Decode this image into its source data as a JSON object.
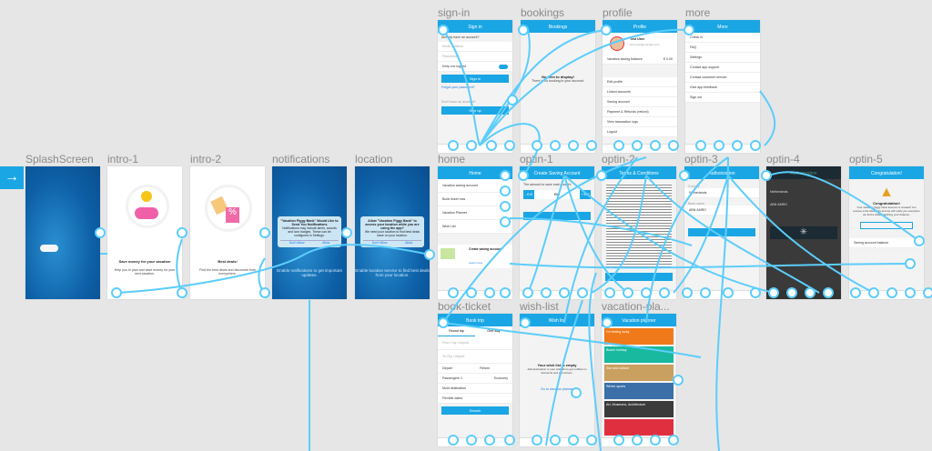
{
  "start_icon": "arrow-right-icon",
  "labels": {
    "splash": "SplashScreen",
    "intro1": "intro-1",
    "intro2": "intro-2",
    "notifications": "notifications",
    "location": "location",
    "signin": "sign-in",
    "bookings": "bookings",
    "profile": "profile",
    "more": "more",
    "home": "home",
    "optin1": "optin-1",
    "optin2": "optin-2",
    "optin3": "optin-3",
    "optin4": "optin-4",
    "optin5": "optin-5",
    "bookticket": "book-ticket",
    "wishlist": "wish-list",
    "vacplanner": "vacation-pla..."
  },
  "intro1": {
    "title": "Save money for your vacation",
    "text": "Help you to plan and save money for your next vacation."
  },
  "intro2": {
    "title": "Best deals!",
    "text": "Find the best deals and discounts from everywhere."
  },
  "notifications": {
    "alert_title": "\"Vacation Piggy Bank\" Would Like to Send You Notifications",
    "alert_text": "Notifications may include alerts, sounds and icon badges. These can be configured in Settings.",
    "dont_allow": "Don't Allow",
    "allow": "Allow",
    "hint": "Enable notifications to get important updates."
  },
  "location": {
    "alert_title": "Allow \"Vacation Piggy Bank\" to access your location while you are using the app?",
    "alert_text": "We need your location to find best deals base on your location.",
    "dont_allow": "Don't Allow",
    "allow": "Allow",
    "hint": "Enable location service to find best deals from your location."
  },
  "signin": {
    "title": "Sign in",
    "have_account": "Already have an account?",
    "email": "Email address",
    "password": "Password",
    "keep": "Keep me logged",
    "signin_btn": "Sign in",
    "forgot": "Forgot your password?",
    "no_account": "Don't have an account?",
    "signup_btn": "Sign up"
  },
  "bookings": {
    "title": "Bookings",
    "empty": "No item to display!",
    "empty_sub": "There is no booking in your account."
  },
  "profile": {
    "title": "Profile",
    "name": "Test User",
    "email": "test.user@example.com",
    "balance_label": "Vacation saving balance",
    "balance": "€ 0.00",
    "items": [
      "Edit profile",
      "Linked accounts",
      "Saving account",
      "Payment & Refunds (refund)",
      "View transaction logs",
      "Logout"
    ]
  },
  "more": {
    "title": "More",
    "items": [
      "Check in",
      "FAQ",
      "Settings",
      "Contact app support",
      "Contact customer service",
      "Give app feedback",
      "Sign out"
    ]
  },
  "home": {
    "title": "Home",
    "items": [
      "Vacation saving account",
      "Book ticket now",
      "Vacation Planner",
      "Wish List"
    ],
    "promo_title": "Create saving account",
    "promo_link": "Learn more"
  },
  "optin1": {
    "title": "Create Saving Account",
    "amount_label": "The amount to save each month!",
    "values": [
      "- €10",
      "€50",
      "+ €10"
    ]
  },
  "optin2": {
    "title": "Terms & Conditions"
  },
  "optin3": {
    "title": "Authorization",
    "country_label": "Country",
    "country": "Netherlands",
    "bank_label": "Bank name",
    "bank": "ABN AMRO"
  },
  "optin4": {
    "title": "Authorization",
    "country": "Netherlands",
    "bank": "ABN AMRO"
  },
  "optin5": {
    "title": "Congratulation!",
    "heading": "Congratulation!",
    "text": "Your vacation piggy bank account is created! You receive extra discounts and we will notify you everytime we find a ticket matching your balance.",
    "note_title": "Saving account balance"
  },
  "bookticket": {
    "title": "Book trip",
    "tabs": [
      "Round trip",
      "One way"
    ],
    "from": "From City / Airport",
    "to": "To City / Airport",
    "depart": "Depart",
    "return": "Return",
    "passengers": "Passengers",
    "passengers_val": "1",
    "class": "Class",
    "class_val": "Economy",
    "multi": "Multi destination",
    "flexible": "Flexible dates",
    "search": "Search"
  },
  "wishlist": {
    "title": "Wish list",
    "empty": "Your wish list is empty",
    "sub": "Add destination to your wish list to get notified on discounts and promotions.",
    "link": "Go to vacation planner"
  },
  "vacplanner": {
    "title": "Vacation planner",
    "tiles": [
      {
        "t": "I'm feeling lucky",
        "c": "#f07a1a"
      },
      {
        "t": "Beach holiday",
        "c": "#19b9a0"
      },
      {
        "t": "Sun and culture",
        "c": "#c9a060"
      },
      {
        "t": "Winter sports",
        "c": "#3a6fa8"
      },
      {
        "t": "Art, Museums, Architecture",
        "c": "#3b3b3b"
      },
      {
        "t": "",
        "c": "#e03040"
      }
    ]
  },
  "colors": {
    "accent": "#1aa6e4",
    "wire": "#5ccdfb",
    "canvas": "#e6e6e6"
  }
}
